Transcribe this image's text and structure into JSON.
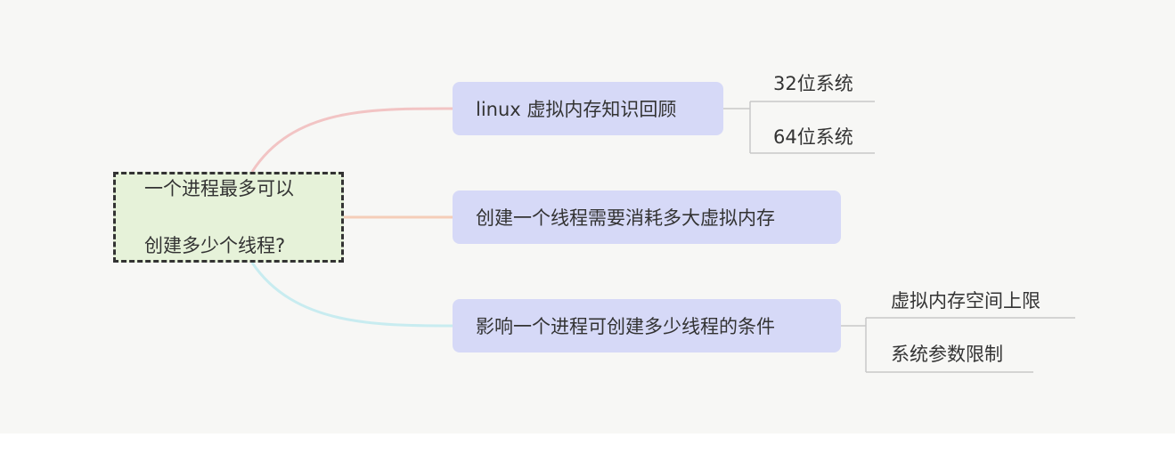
{
  "root": {
    "line1": "一个进程最多可以",
    "line2": "创建多少个线程?"
  },
  "branches": [
    {
      "label": "linux 虚拟内存知识回顾",
      "children": [
        "32位系统",
        "64位系统"
      ]
    },
    {
      "label": "创建一个线程需要消耗多大虚拟内存",
      "children": []
    },
    {
      "label": "影响一个进程可创建多少线程的条件",
      "children": [
        "虚拟内存空间上限",
        "系统参数限制"
      ]
    }
  ],
  "colors": {
    "root_fill": "#e6f2d9",
    "root_border": "#333333",
    "node_fill": "#d6d9f7",
    "link_branch1": "#f2c4c4",
    "link_branch2": "#f5cdb8",
    "link_branch3": "#c8ecf0",
    "leaf_line": "#c8c8c8"
  }
}
